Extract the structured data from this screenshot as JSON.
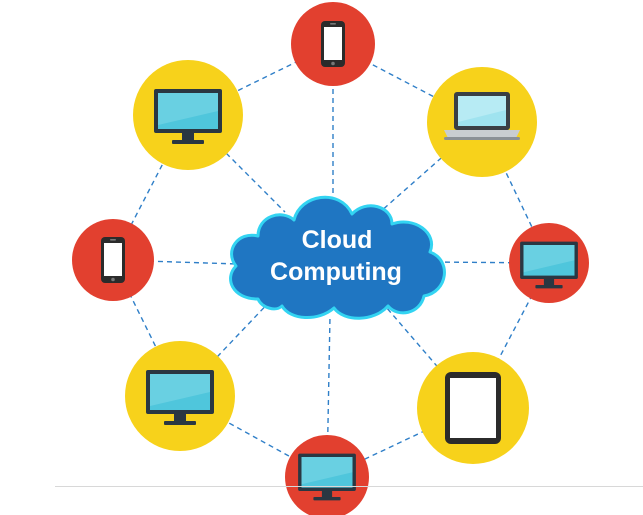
{
  "center": {
    "line1": "Cloud",
    "line2": "Computing"
  },
  "colors": {
    "red": "#e2402f",
    "yellow": "#f7d21b",
    "cloud": "#1f76c2",
    "cloud_outline": "#33d4f2",
    "connector": "#2f7fc8"
  },
  "devices": [
    {
      "id": "top",
      "icon": "smartphone-icon",
      "ring": "red"
    },
    {
      "id": "upper-right",
      "icon": "laptop-icon",
      "ring": "yellow"
    },
    {
      "id": "right",
      "icon": "monitor-icon",
      "ring": "red"
    },
    {
      "id": "lower-right",
      "icon": "tablet-icon",
      "ring": "yellow"
    },
    {
      "id": "bottom",
      "icon": "monitor-icon",
      "ring": "red"
    },
    {
      "id": "lower-left",
      "icon": "monitor-icon",
      "ring": "yellow"
    },
    {
      "id": "left",
      "icon": "smartphone-icon",
      "ring": "red"
    },
    {
      "id": "upper-left",
      "icon": "monitor-icon",
      "ring": "yellow"
    }
  ]
}
